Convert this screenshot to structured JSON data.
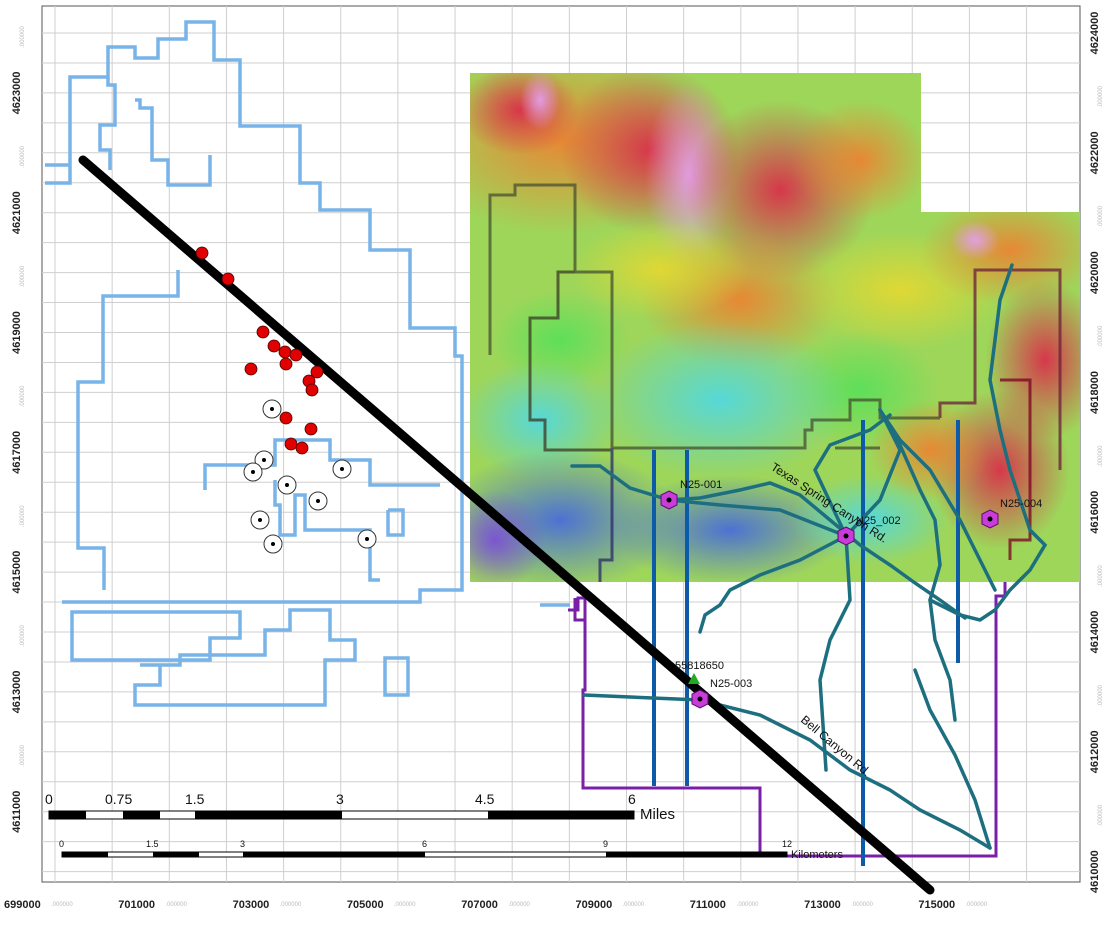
{
  "colors": {
    "claim_blue": "#79b4e8",
    "claim_purple": "#7a1fa8",
    "survey_line": "#0d5aa8",
    "road": "#1d6f80",
    "section_line": "#000000",
    "drillhole_red": "#e00000",
    "station_magenta": "#c83cd8"
  },
  "axes": {
    "y_labels": [
      "4624000",
      "4623000",
      "4622000",
      "4621000",
      "4620000",
      "4619000",
      "4618000",
      "4617000",
      "4616000",
      "4615000",
      "4614000",
      "4613000",
      "4612000",
      "4611000",
      "4610000"
    ],
    "x_labels": [
      "699000",
      "701000",
      "703000",
      "705000",
      "707000",
      "709000",
      "711000",
      "713000",
      "715000"
    ],
    "x_suffix": ".000000"
  },
  "labels": {
    "n25_001": "N25-001",
    "n25_002": "N25_002",
    "n25_003": "N25-003",
    "n25_004": "N25-004",
    "point_id": "55818650",
    "texas_spring": "Texas Spring Canyon Rd.",
    "bell_canyon": "Bell Canyon Rd."
  },
  "scalebar_miles": {
    "ticks": [
      "0",
      "0.75",
      "1.5",
      "3",
      "4.5",
      "6"
    ],
    "unit": "Miles"
  },
  "scalebar_km": {
    "ticks": [
      "0",
      "1.5",
      "3",
      "6",
      "9",
      "12"
    ],
    "unit": "Kilometers"
  }
}
